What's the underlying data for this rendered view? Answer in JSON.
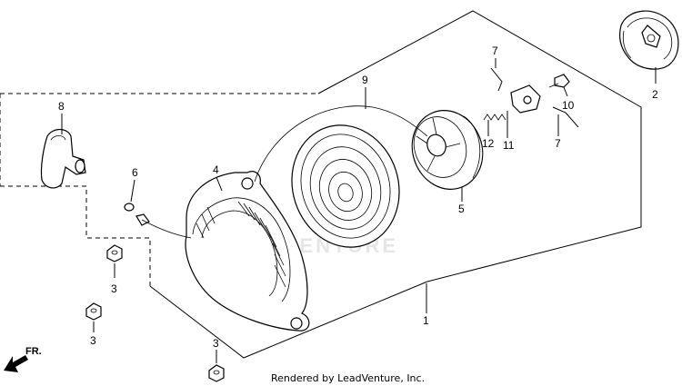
{
  "watermark": "LEADVENTURE",
  "credit": "Rendered by LeadVenture, Inc.",
  "direction_label": "FR.",
  "callouts": {
    "c1": "1",
    "c2": "2",
    "c3a": "3",
    "c3b": "3",
    "c3c": "3",
    "c4": "4",
    "c5": "5",
    "c6": "6",
    "c7a": "7",
    "c7b": "7",
    "c8": "8",
    "c9": "9",
    "c10": "10",
    "c11": "11",
    "c12": "12"
  }
}
